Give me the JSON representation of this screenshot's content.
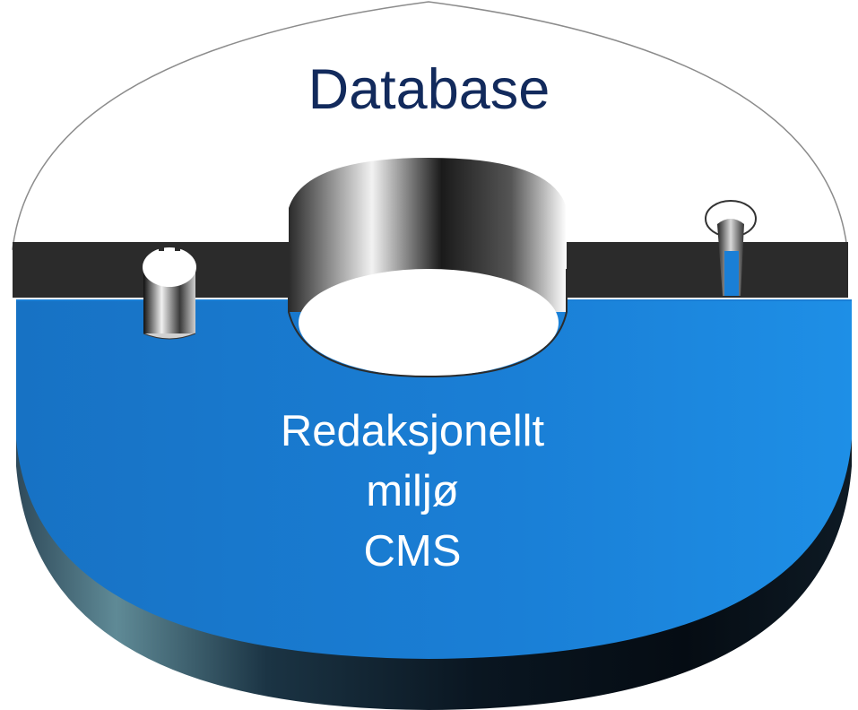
{
  "diagram": {
    "title": "Database",
    "segment": {
      "lines": [
        "Redaksjonellt",
        "miljø",
        "CMS"
      ]
    }
  },
  "colors": {
    "title_text": "#122a5c",
    "segment_fill": "#1a7fd6",
    "segment_highlight": "#1e8fe6",
    "segment_text": "#ffffff",
    "cut_dark": "#2b2b2b",
    "ring_outline": "#8c8c8c",
    "side_dark": "#07121d"
  }
}
